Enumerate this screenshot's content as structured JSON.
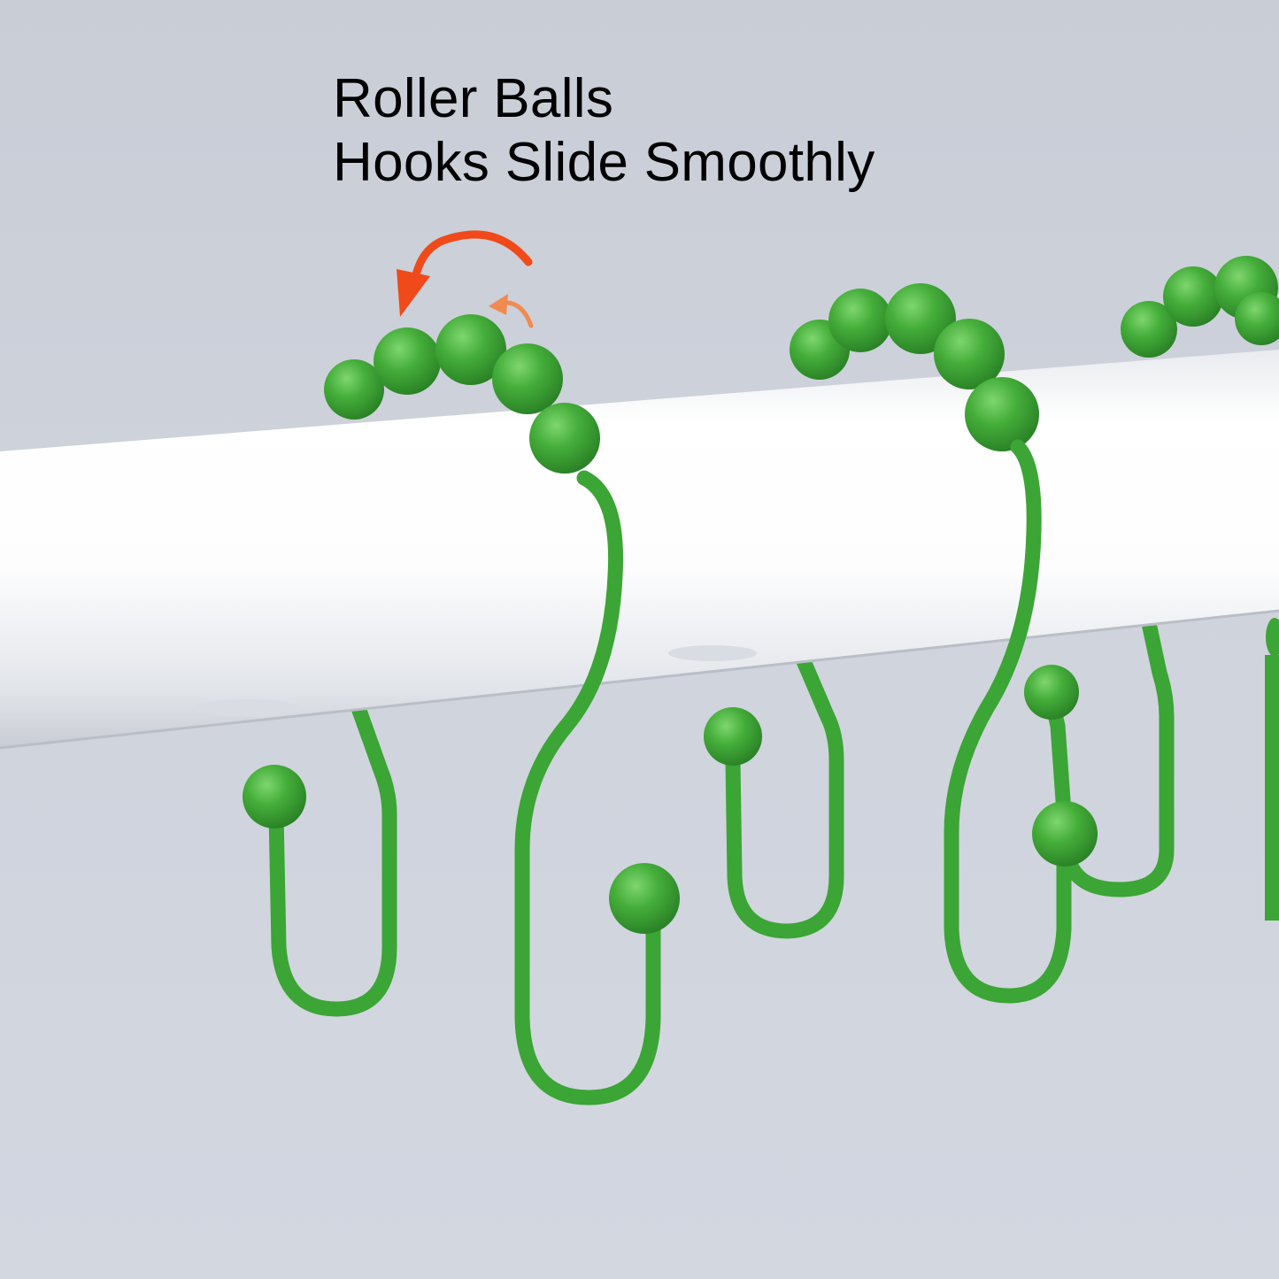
{
  "caption": {
    "line1": "Roller Balls",
    "line2": "Hooks Slide Smoothly"
  },
  "colors": {
    "background": "#cdd1da",
    "rod": "#ffffff",
    "hook": "#3ba535",
    "arrow_main": "#f04a1a",
    "arrow_small": "#f08a50"
  },
  "scene": {
    "subject": "shower-curtain-rod-with-green-roller-ball-hooks",
    "icons": [
      "rotation-arrow-icon",
      "rotation-arrow-small-icon"
    ]
  }
}
